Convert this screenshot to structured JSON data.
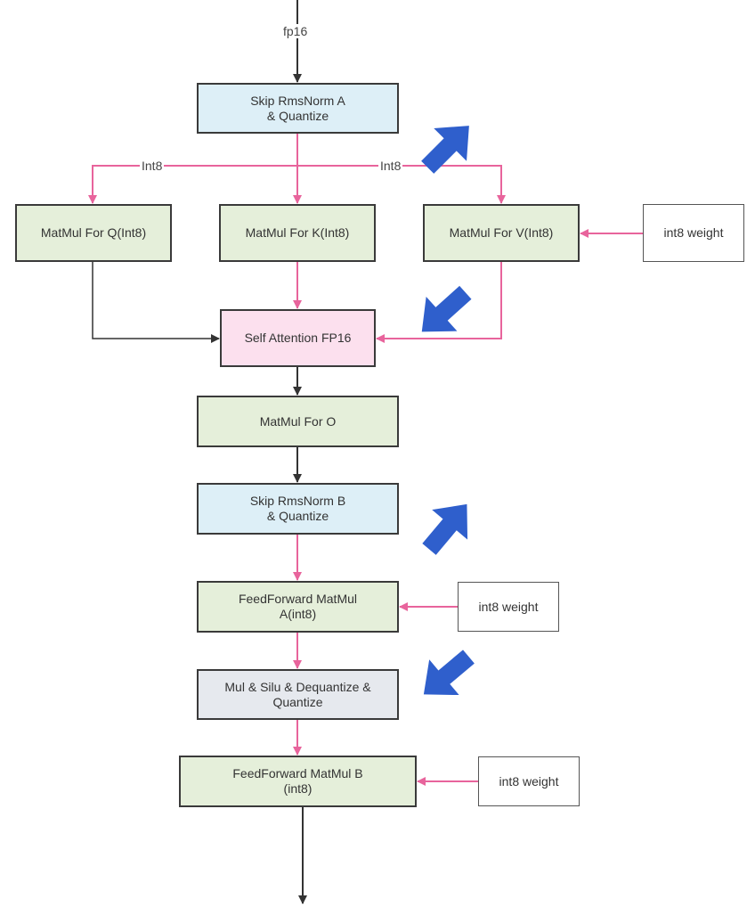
{
  "colors": {
    "blue_fill": "#ddeff7",
    "green_fill": "#e5efda",
    "pink_fill": "#fce0ee",
    "gray_fill": "#e6e9ee",
    "pink_edge": "#e8649c",
    "black_edge": "#333333",
    "annotation_arrow": "#2f5fcc"
  },
  "labels": {
    "input": "fp16",
    "int8_left": "Int8",
    "int8_right": "Int8"
  },
  "nodes": {
    "skip_norm_a": "Skip RmsNorm A\n& Quantize",
    "matmul_q": "MatMul For Q(Int8)",
    "matmul_k": "MatMul For K(Int8)",
    "matmul_v": "MatMul For V(Int8)",
    "weight_v": "int8 weight",
    "self_attention": "Self Attention FP16",
    "matmul_o": "MatMul For O",
    "skip_norm_b": "Skip RmsNorm B\n& Quantize",
    "ff_a": "FeedForward MatMul\nA(int8)",
    "weight_ff_a": "int8 weight",
    "mul_silu": "Mul & Silu & Dequantize &\nQuantize",
    "ff_b": "FeedForward MatMul B\n(int8)",
    "weight_ff_b": "int8 weight"
  }
}
